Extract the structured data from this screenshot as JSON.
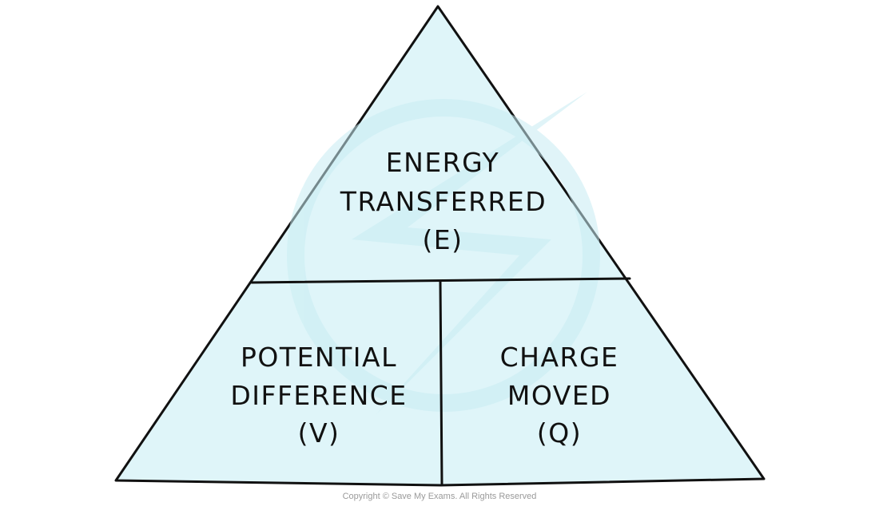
{
  "colors": {
    "fill": "#dff5f9",
    "stroke": "#111111",
    "watermark": "#c8ecf3"
  },
  "triangle": {
    "top_section": {
      "lines": [
        "ENERGY",
        "TRANSFERRED",
        "(E)"
      ]
    },
    "bottom_left_section": {
      "lines": [
        "POTENTIAL",
        "DIFFERENCE",
        "(V)"
      ]
    },
    "bottom_right_section": {
      "lines": [
        "CHARGE",
        "MOVED",
        "(Q)"
      ]
    }
  },
  "copyright": "Copyright © Save My Exams. All Rights Reserved"
}
